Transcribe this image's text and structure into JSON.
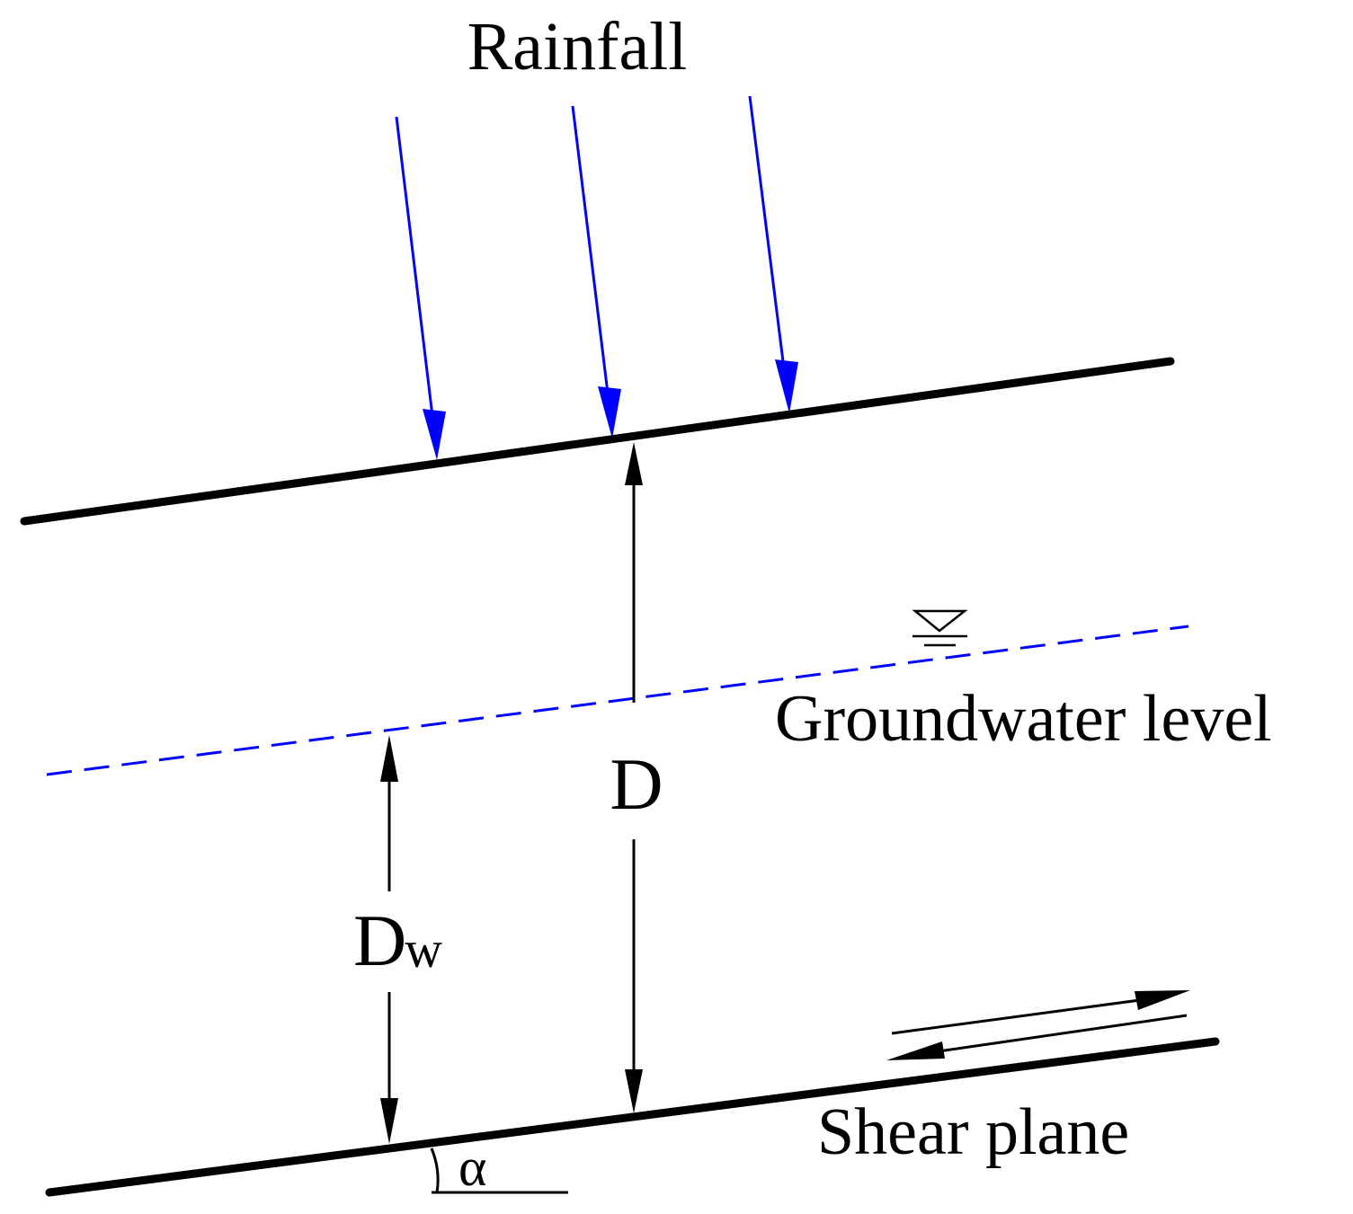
{
  "labels": {
    "rainfall": "Rainfall",
    "groundwater_level": "Groundwater level",
    "depth": "D",
    "water_depth_main": "D",
    "water_depth_sub": "w",
    "shear_plane": "Shear plane",
    "angle": "α"
  },
  "colors": {
    "rain": "#0000ff",
    "water_table": "#0000ff",
    "lines": "#000000"
  }
}
